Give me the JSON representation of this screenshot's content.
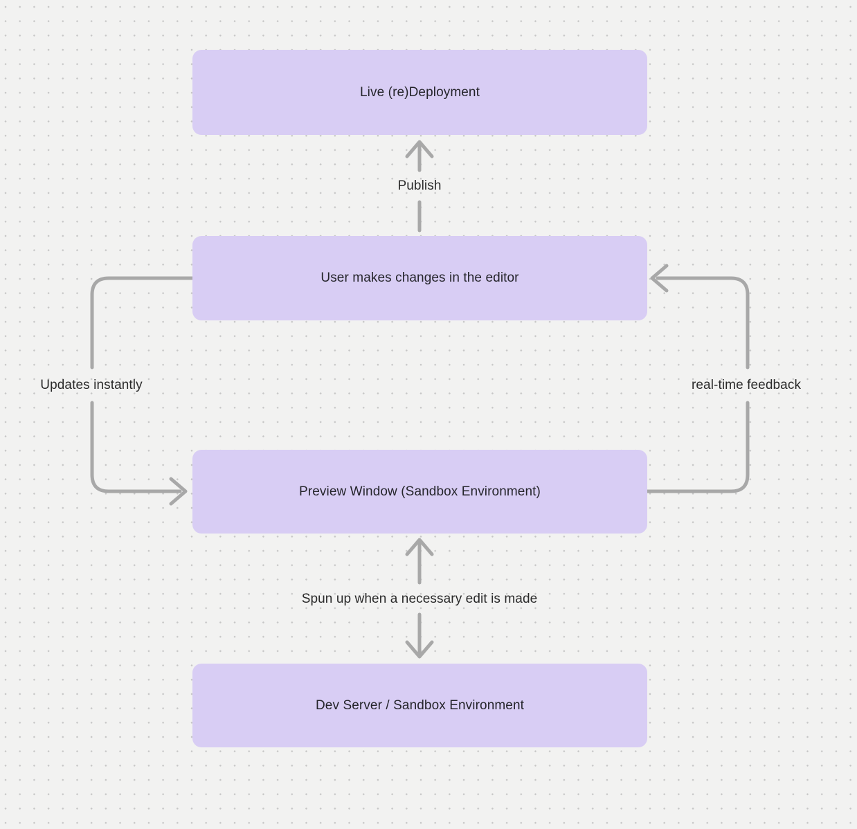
{
  "canvas": {
    "colors": {
      "bg": "#f2f2f1",
      "dot": "#c6c6c6",
      "node_fill": "#d8cdf4",
      "node_text": "#25252b",
      "arrow": "#a8a8a8",
      "label_text": "#2a2a2a"
    }
  },
  "nodes": [
    {
      "id": "live-redeployment",
      "label": "Live (re)Deployment"
    },
    {
      "id": "user-editor",
      "label": "User makes changes in the editor"
    },
    {
      "id": "preview-window",
      "label": "Preview Window (Sandbox Environment)"
    },
    {
      "id": "dev-server",
      "label": "Dev Server / Sandbox Environment"
    }
  ],
  "edges": [
    {
      "id": "publish",
      "from": "user-editor",
      "to": "live-redeployment",
      "label": "Publish",
      "direction": "up"
    },
    {
      "id": "updates-instantly",
      "from": "user-editor",
      "to": "preview-window",
      "label": "Updates instantly",
      "direction": "left-loop-down"
    },
    {
      "id": "real-time-feedback",
      "from": "preview-window",
      "to": "user-editor",
      "label": "real-time feedback",
      "direction": "right-loop-up"
    },
    {
      "id": "spun-up",
      "from": "dev-server",
      "to": "preview-window",
      "label": "Spun up when a necessary edit is made",
      "direction": "bidirectional-vertical"
    }
  ]
}
